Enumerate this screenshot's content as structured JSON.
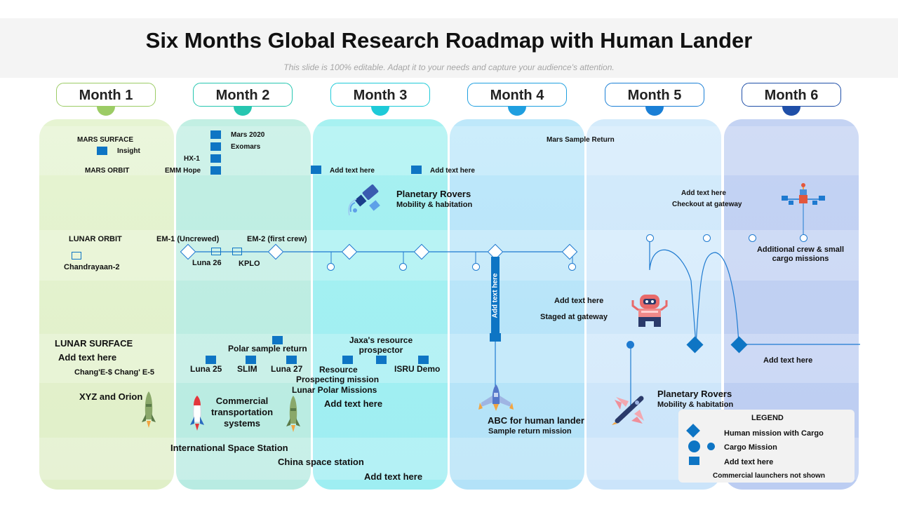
{
  "title": "Six Months Global  Research Roadmap with Human Lander",
  "subtitle": "This slide is 100% editable. Adapt it to your needs and capture your audience's attention.",
  "months": [
    {
      "label": "Month 1",
      "color": "#9ccc65"
    },
    {
      "label": "Month 2",
      "color": "#26c6b0"
    },
    {
      "label": "Month 3",
      "color": "#1ecad8"
    },
    {
      "label": "Month 4",
      "color": "#1f9fe0"
    },
    {
      "label": "Month 5",
      "color": "#1a7fd6"
    },
    {
      "label": "Month 6",
      "color": "#1f4fa8"
    }
  ],
  "mars": {
    "surface": "MARS  SURFACE",
    "insight": "Insight",
    "orbit": "MARS  ORBIT",
    "mars2020": "Mars 2020",
    "exomars": "Exomars",
    "hx1": "HX-1",
    "emm": "EMM Hope",
    "add1": "Add text here",
    "add2": "Add text here",
    "sample_return": "Mars Sample Return"
  },
  "rovers_top": {
    "title": "Planetary Rovers",
    "sub": "Mobility & habitation"
  },
  "gateway": {
    "line1": "Add text here",
    "line2": "Checkout at gateway"
  },
  "additional": {
    "line1": "Additional crew & small",
    "line2": "cargo missions"
  },
  "lunar_orbit": {
    "label": "LUNAR ORBIT",
    "chandrayaan": "Chandrayaan-2",
    "em1": "EM-1 (Uncrewed)",
    "em2": "EM-2 (first crew)",
    "luna26": "Luna 26",
    "kplo": "KPLO",
    "vertical": "Add  text here"
  },
  "staged": {
    "line1": "Add text here",
    "line2": "Staged at gateway"
  },
  "lunar_surface": {
    "label": "LUNAR  SURFACE",
    "add": "Add text here",
    "change": "Chang'E-$  Chang' E-5",
    "polar": "Polar sample return",
    "luna25": "Luna 25",
    "slim": "SLIM",
    "luna27": "Luna 27",
    "jaxa1": "Jaxa's resource",
    "jaxa2": "prospector",
    "resource": "Resource",
    "prospecting": "Prospecting mission",
    "isru": "ISRU  Demo",
    "lunar_polar": "Lunar Polar Missions",
    "add_m6": "Add text here"
  },
  "transport": {
    "xyz": "XYZ and Orion",
    "commercial1": "Commercial",
    "commercial2": "transportation",
    "commercial3": "systems",
    "add_m3": "Add text here",
    "abc": "ABC  for human lander",
    "sample": "Sample return mission",
    "rovers_title": "Planetary Rovers",
    "rovers_sub": "Mobility & habitation"
  },
  "stations": {
    "iss": "International Space Station",
    "china": "China space station",
    "add": "Add text here"
  },
  "legend": {
    "title": "LEGEND",
    "human": "Human mission with Cargo",
    "cargo": "Cargo Mission",
    "add": "Add text here",
    "note": "Commercial launchers not shown"
  },
  "colors": {
    "primary_blue": "#0e75c4"
  }
}
